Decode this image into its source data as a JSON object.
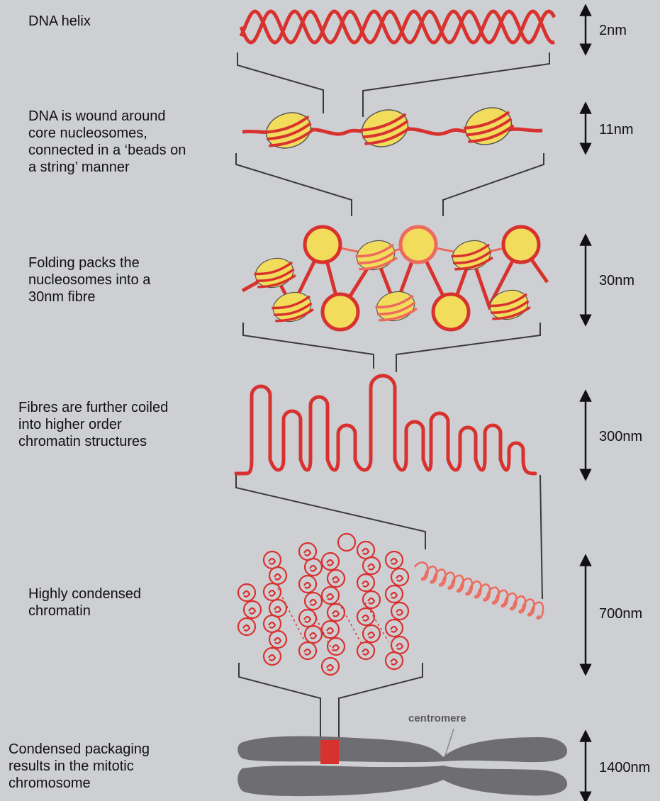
{
  "stages": [
    {
      "label": "DNA helix",
      "scale": "2nm"
    },
    {
      "label": "DNA is wound around\ncore nucleosomes,\nconnected in a ‘beads on\na string’ manner",
      "scale": "11nm"
    },
    {
      "label": "Folding packs the\nnucleosomes into a\n30nm fibre",
      "scale": "30nm"
    },
    {
      "label": "Fibres are further coiled\ninto higher order\nchromatin structures",
      "scale": "300nm"
    },
    {
      "label": "Highly condensed\nchromatin",
      "scale": "700nm"
    },
    {
      "label": "Condensed packaging\nresults in the mitotic\nchromosome",
      "scale": "1400nm"
    }
  ],
  "annotations": {
    "centromere": "centromere"
  },
  "colors": {
    "background": "#cecfd3",
    "dna_red": "#d8322f",
    "light_red": "#ec6a5e",
    "nucleosome_yellow": "#f2dc5c",
    "chromosome_grey": "#6e6e72",
    "connector": "#3a3a3a"
  }
}
